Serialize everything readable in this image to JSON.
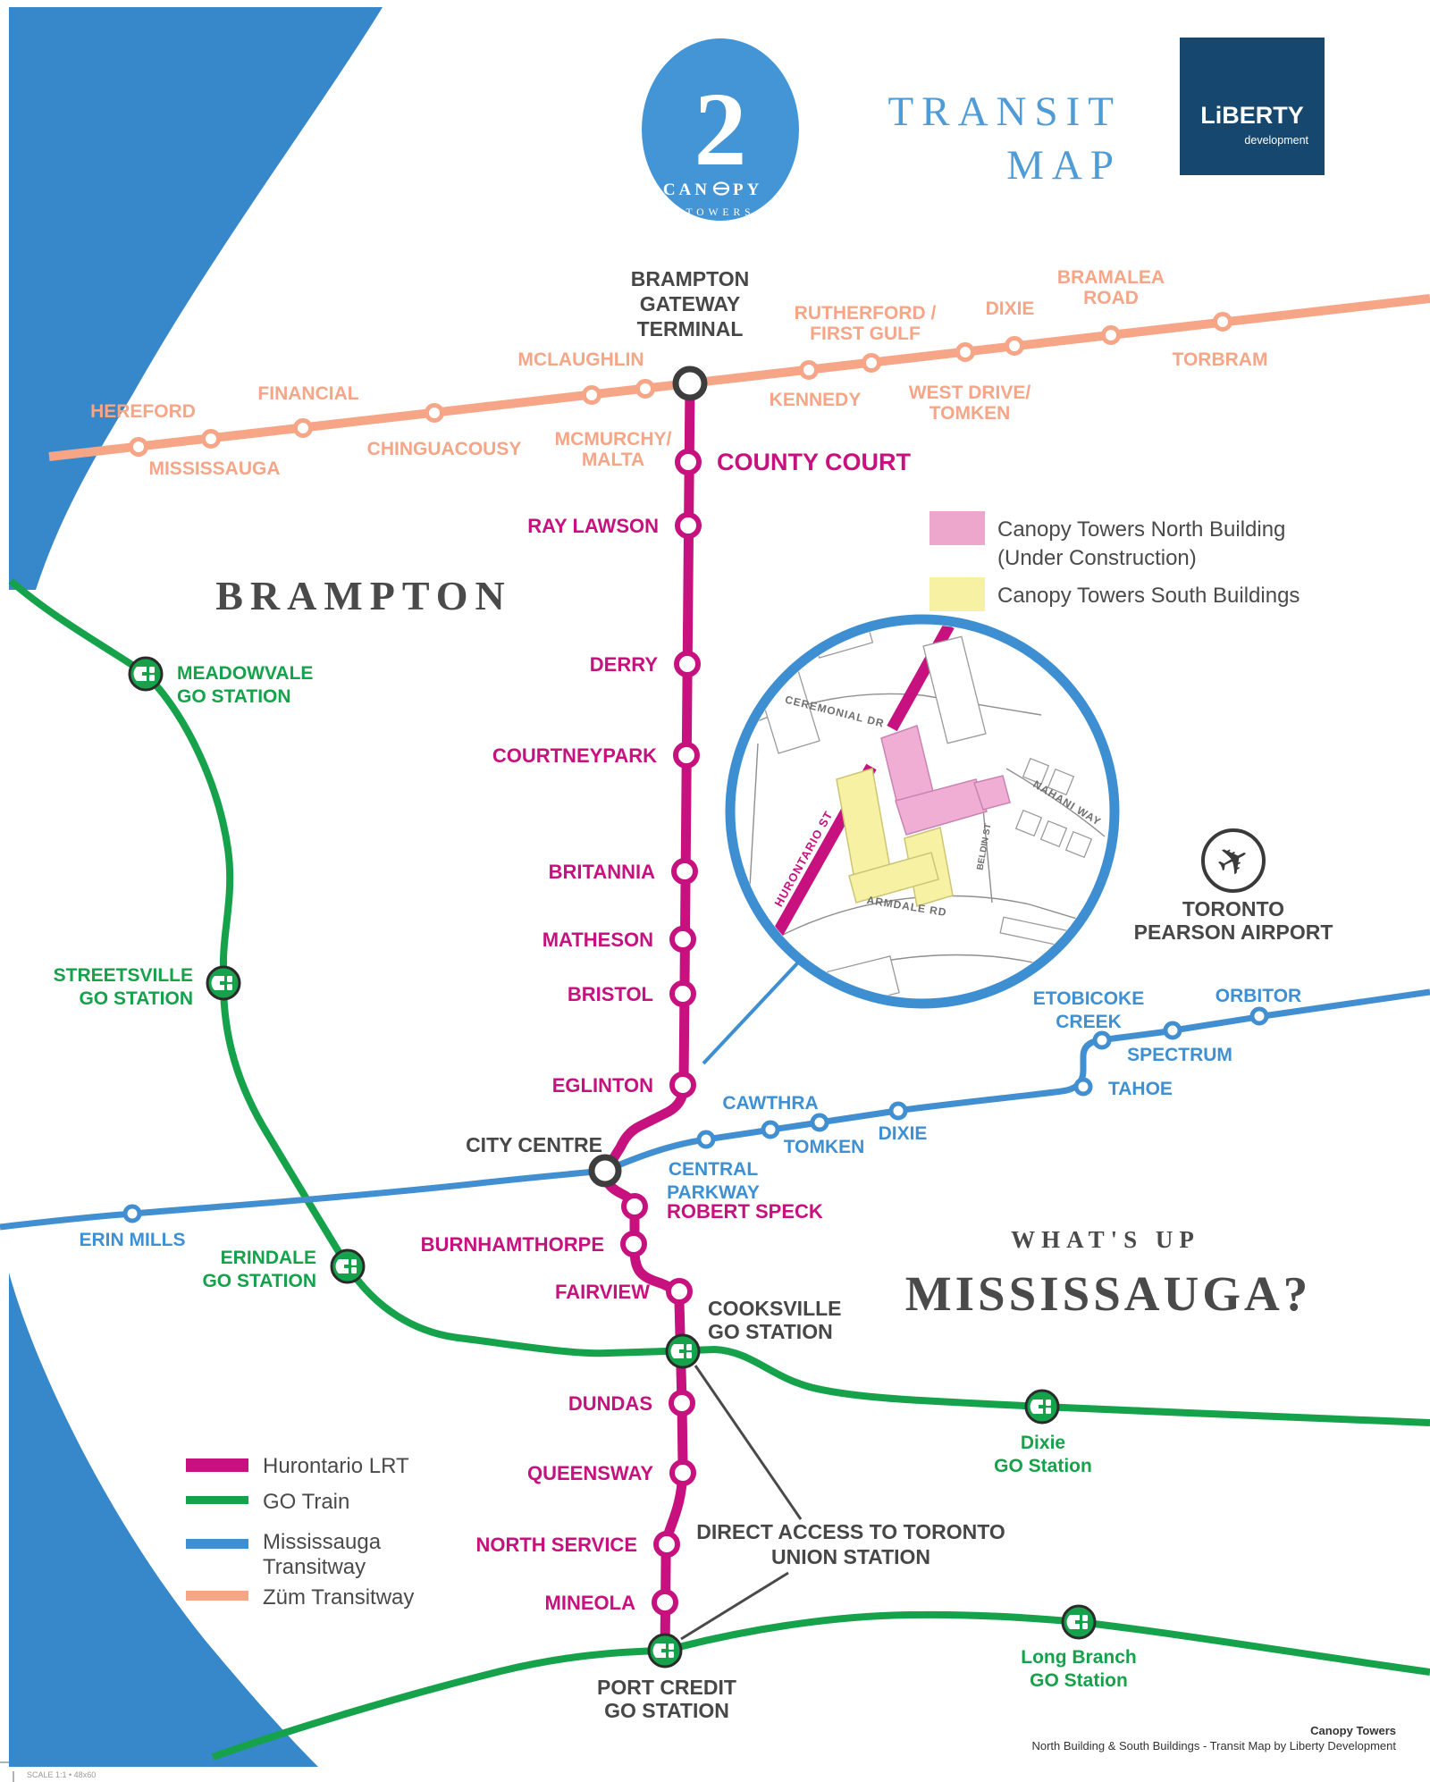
{
  "header": {
    "logo": {
      "number": "2",
      "name_pre": "CAN",
      "name_post": "PY",
      "sub": "TOWERS"
    },
    "title_line1": "TRANSIT",
    "title_line2": "MAP",
    "brand": {
      "name": "LiBERTY",
      "sub": "development"
    }
  },
  "areas": {
    "brampton": "BRAMPTON",
    "whats_up": "WHAT'S UP",
    "mississauga": "MISSISSAUGA?"
  },
  "buildings_legend": {
    "north_l1": "Canopy Towers North Building",
    "north_l2": "(Under Construction)",
    "south": "Canopy Towers South Buildings"
  },
  "lines_legend": {
    "lrt": "Hurontario LRT",
    "go": "GO Train",
    "mt_l1": "Mississauga",
    "mt_l2": "Transitway",
    "zum": "Züm Transitway"
  },
  "terminal": {
    "l1": "BRAMPTON",
    "l2": "GATEWAY",
    "l3": "TERMINAL"
  },
  "zum": {
    "hereford": "HEREFORD",
    "mississauga": "MISSISSAUGA",
    "financial": "FINANCIAL",
    "chinguacousy": "CHINGUACOUSY",
    "mclaughlin": "MCLAUGHLIN",
    "mcmurchy_l1": "MCMURCHY/",
    "mcmurchy_l2": "MALTA",
    "kennedy": "KENNEDY",
    "rutherford_l1": "RUTHERFORD /",
    "rutherford_l2": "FIRST GULF",
    "westdrive_l1": "WEST DRIVE/",
    "westdrive_l2": "TOMKEN",
    "dixie": "DIXIE",
    "bramalea_l1": "BRAMALEA",
    "bramalea_l2": "ROAD",
    "torbram": "TORBRAM"
  },
  "lrt": {
    "county_court": "COUNTY COURT",
    "ray_lawson": "RAY LAWSON",
    "derry": "DERRY",
    "courtneypark": "COURTNEYPARK",
    "britannia": "BRITANNIA",
    "matheson": "MATHESON",
    "bristol": "BRISTOL",
    "eglinton": "EGLINTON",
    "city_centre": "CITY CENTRE",
    "robert_speck": "ROBERT SPECK",
    "burnhamthorpe": "BURNHAMTHORPE",
    "fairview": "FAIRVIEW",
    "dundas": "DUNDAS",
    "queensway": "QUEENSWAY",
    "north_service": "NORTH SERVICE",
    "mineola": "MINEOLA"
  },
  "mt": {
    "erin_mills": "ERIN MILLS",
    "central_l1": "CENTRAL",
    "central_l2": "PARKWAY",
    "cawthra": "CAWTHRA",
    "tomken": "TOMKEN",
    "dixie": "DIXIE",
    "tahoe": "TAHOE",
    "etobicoke_l1": "ETOBICOKE",
    "etobicoke_l2": "CREEK",
    "spectrum": "SPECTRUM",
    "orbitor": "ORBITOR"
  },
  "go": {
    "meadowvale_l1": "MEADOWVALE",
    "meadowvale_l2": "GO STATION",
    "streetsville_l1": "STREETSVILLE",
    "streetsville_l2": "GO STATION",
    "erindale_l1": "ERINDALE",
    "erindale_l2": "GO STATION",
    "cooksville_l1": "COOKSVILLE",
    "cooksville_l2": "GO STATION",
    "dixie_l1": "Dixie",
    "dixie_l2": "GO Station",
    "port_credit_l1": "PORT CREDIT",
    "port_credit_l2": "GO STATION",
    "long_branch_l1": "Long Branch",
    "long_branch_l2": "GO Station"
  },
  "callout": {
    "l1": "DIRECT ACCESS  TO TORONTO",
    "l2": "UNION STATION"
  },
  "airport": {
    "l1": "TORONTO",
    "l2": "PEARSON AIRPORT"
  },
  "inset": {
    "ceremonial": "CEREMONIAL DR",
    "hurontario": "HURONTARIO ST",
    "nahani": "NAHANI WAY",
    "beldin": "BELDIN ST",
    "armdale": "ARMDALE RD"
  },
  "footer": {
    "bold": "Canopy Towers",
    "text": "North Building & South Buildings  - Transit Map by Liberty Development",
    "scale": "SCALE 1:1 • 48x60"
  },
  "colors": {
    "lrt": "#C6117E",
    "go": "#16A24B",
    "transitway": "#418FD1",
    "zum": "#F6A687",
    "dark": "#474747",
    "north_pink": "#EDA6CC",
    "south_yellow": "#F7F2A3",
    "brand_navy": "#16476F",
    "logo_blue": "#4395D5",
    "wedge_blue": "#3787CB"
  }
}
